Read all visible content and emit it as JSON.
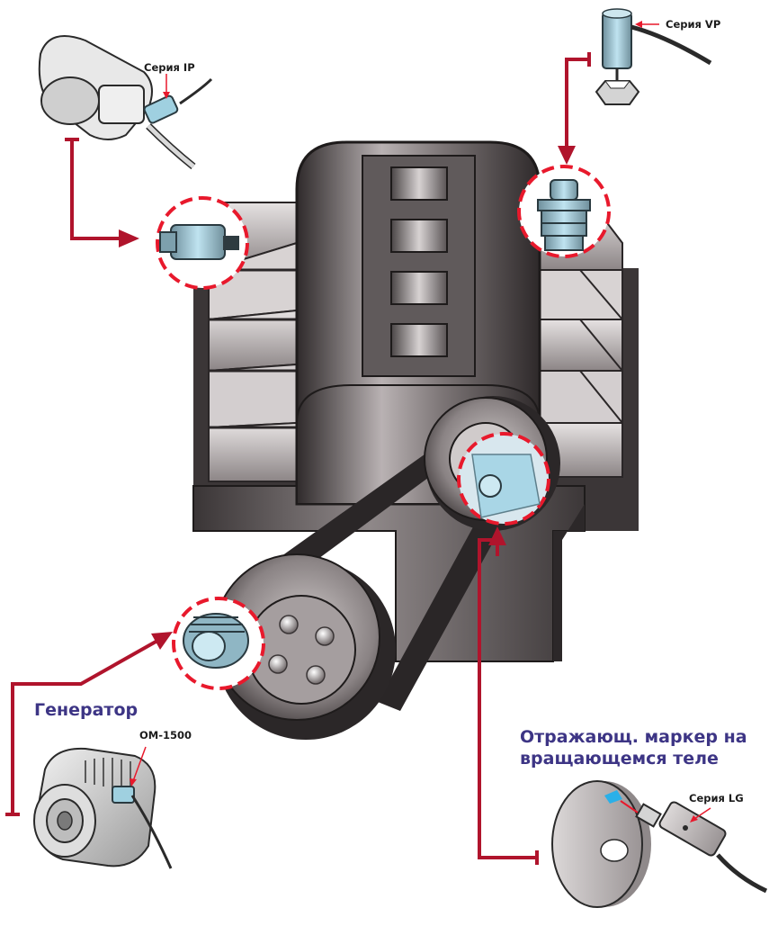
{
  "labels": {
    "ip_series": "Серия IP",
    "vp_series": "Серия VP",
    "generator_title": "Генератор",
    "om_model": "OM-1500",
    "reflective_line1": "Отражающ. маркер на",
    "reflective_line2": "вращающемся теле",
    "lg_series": "Серия LG"
  },
  "colors": {
    "leader": "#b0142c",
    "highlight": "#e8192c",
    "sensor": "#a9d6e6",
    "label_accent": "#3d3585"
  }
}
